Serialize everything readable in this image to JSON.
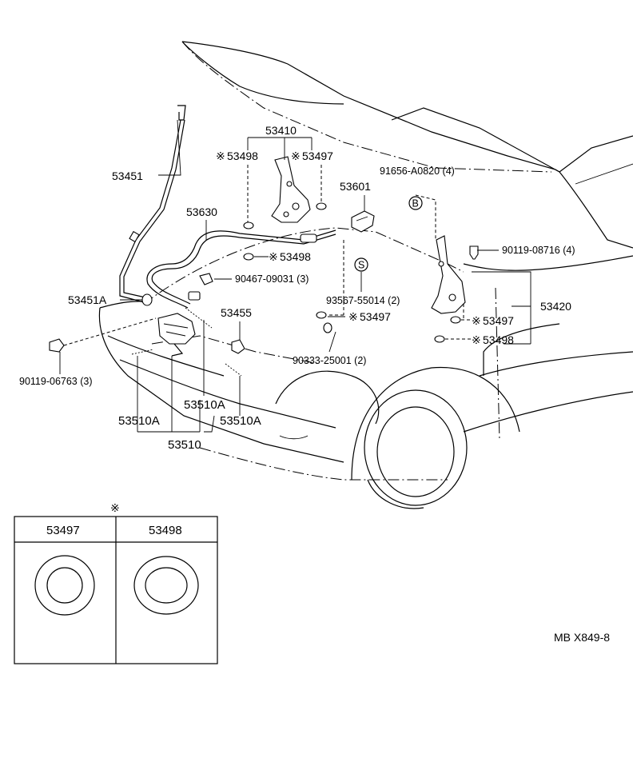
{
  "parts": {
    "p53410": "53410",
    "p53498_top": "53498",
    "p53497_top": "53497",
    "p53451": "53451",
    "p53630": "53630",
    "p53601": "53601",
    "p91656": "91656-A0820 (4)",
    "p90119_08716": "90119-08716 (4)",
    "p53498_mid": "53498",
    "p90467": "90467-09031 (3)",
    "p53451A": "53451A",
    "p53455": "53455",
    "p93567": "93567-55014 (2)",
    "p53497_mid": "53497",
    "p53420": "53420",
    "p53497_right": "53497",
    "p53498_right": "53498",
    "p90333": "90333-25001 (2)",
    "p90119_06763": "90119-06763 (3)",
    "p53510A_center": "53510A",
    "p53510A_left": "53510A",
    "p53510A_right": "53510A",
    "p53510": "53510"
  },
  "callouts": {
    "B": "B",
    "S": "S"
  },
  "marker": "※",
  "legend": {
    "marker": "※",
    "col1": "53497",
    "col2": "53498"
  },
  "diagram_code": "MB X849-8"
}
